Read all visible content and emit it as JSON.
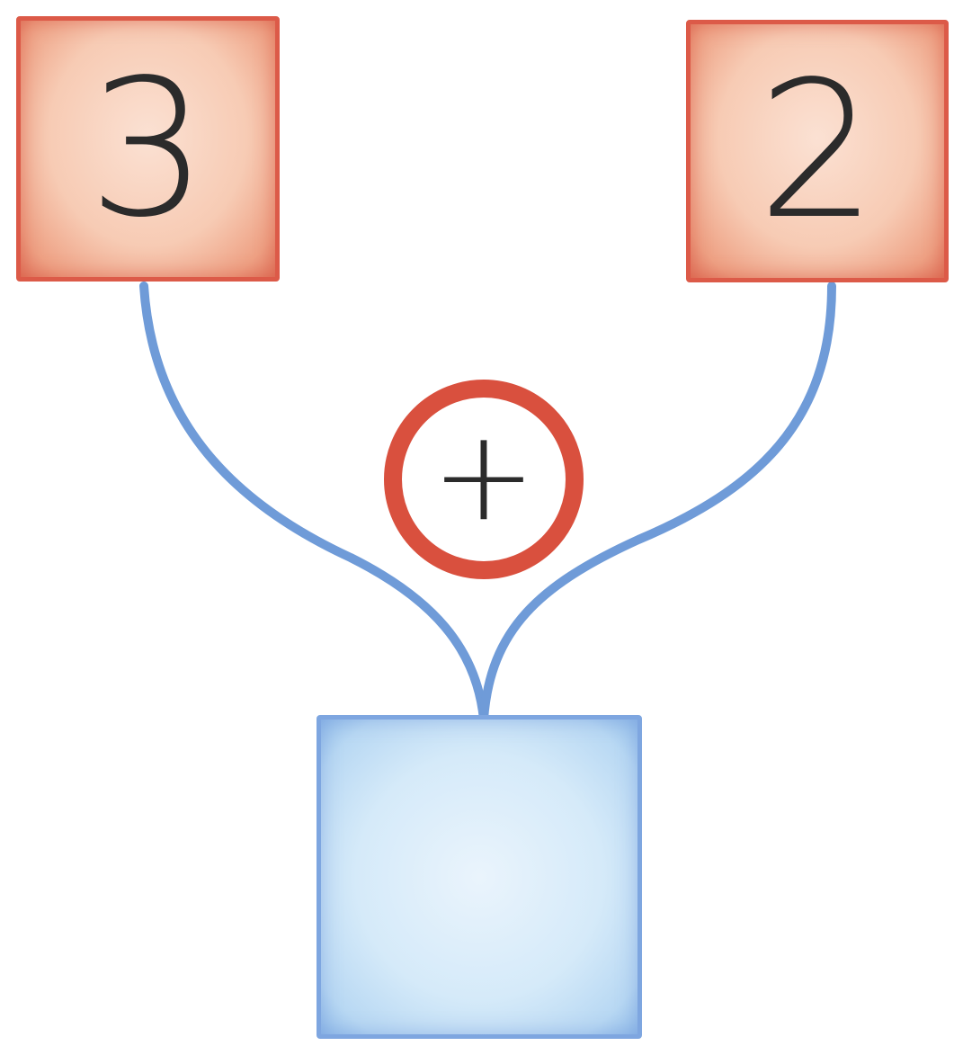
{
  "diagram": {
    "type": "number-bond",
    "addends": [
      {
        "value": "3"
      },
      {
        "value": "2"
      }
    ],
    "operator": "+",
    "result": {
      "value": ""
    }
  },
  "colors": {
    "addend_fill": "#f7cbb4",
    "addend_border": "#dc5a48",
    "result_fill": "#d5eaf9",
    "result_border": "#7ea6e0",
    "connector": "#6f9bd8",
    "operator_ring": "#d9503e",
    "text": "#2b2b2b"
  }
}
